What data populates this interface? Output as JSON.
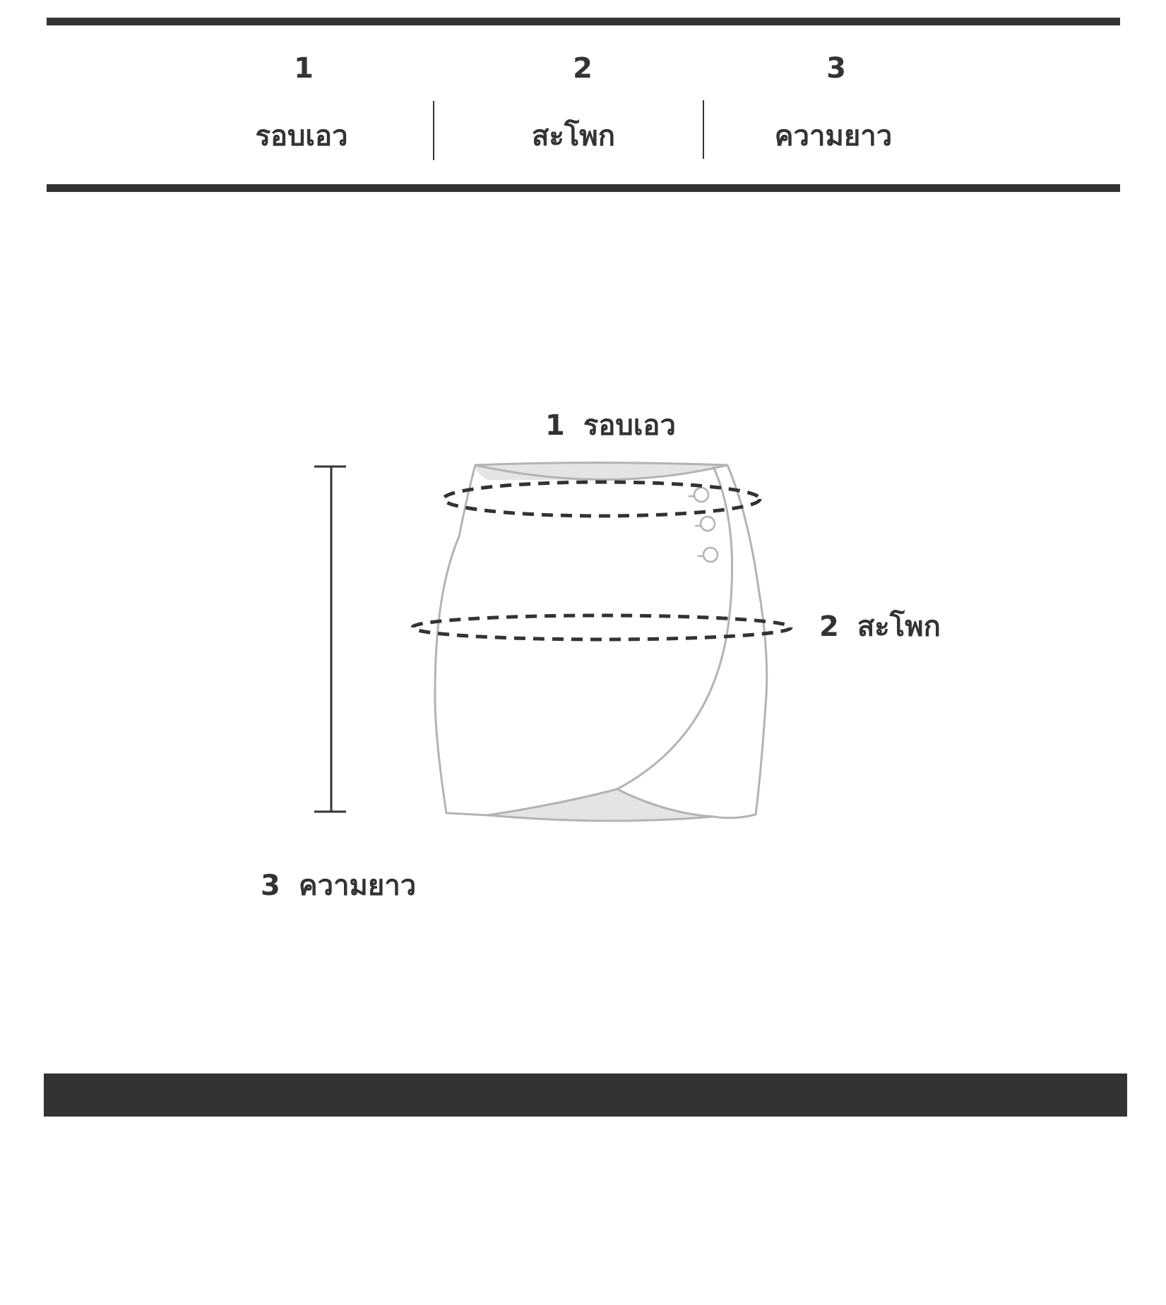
{
  "header": {
    "columns": [
      {
        "number": "1",
        "label": "รอบเอว"
      },
      {
        "number": "2",
        "label": "สะโพก"
      },
      {
        "number": "3",
        "label": "ความยาว"
      }
    ]
  },
  "diagram": {
    "callouts": [
      {
        "number": "1",
        "label": "รอบเอว"
      },
      {
        "number": "2",
        "label": "สะโพก"
      },
      {
        "number": "3",
        "label": "ความยาว"
      }
    ],
    "colors": {
      "outline": "#b3b3b3",
      "lining": "#e3e4e4",
      "dashes": "#333333",
      "measure_line": "#333333"
    },
    "icon": "wrap-mini-skirt-icon"
  },
  "colors": {
    "bars": "#333333",
    "text": "#333333",
    "background": "#ffffff"
  }
}
